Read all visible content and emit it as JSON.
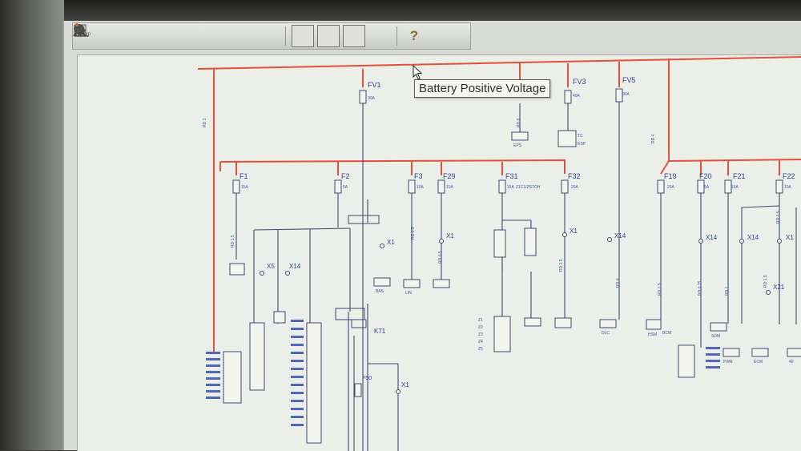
{
  "toolbar": {
    "buttons": [
      {
        "icon": "zoom-in-icon"
      },
      {
        "icon": "zoom-fit-icon"
      },
      {
        "icon": "zoom-out-icon"
      },
      {
        "icon": "magnifier-icon"
      },
      {
        "icon": "magnifier-alt-icon"
      },
      {
        "icon": "hand-pan-icon"
      },
      {
        "icon": "rotate-left-icon"
      },
      {
        "icon": "rotate-right-icon"
      },
      {
        "icon": "fit-page-icon"
      },
      {
        "icon": "fit-height-icon"
      },
      {
        "icon": "fit-width-icon"
      },
      {
        "icon": "ground-symbol-icon"
      },
      {
        "icon": "help-icon"
      }
    ]
  },
  "tooltip": {
    "text": "Battery Positive Voltage"
  },
  "schematic": {
    "fuses": {
      "FV1": {
        "label": "FV1",
        "rating": "30A"
      },
      "FV3": {
        "label": "FV3",
        "rating": "40A"
      },
      "FV5": {
        "label": "FV5",
        "rating": "30A"
      },
      "F1": {
        "label": "F1",
        "rating": "15A"
      },
      "F2": {
        "label": "F2",
        "rating": "5A"
      },
      "F3": {
        "label": "F3",
        "rating": "10A"
      },
      "F29": {
        "label": "F29",
        "rating": "10A"
      },
      "F31": {
        "label": "F31",
        "rating": "15A"
      },
      "F32": {
        "label": "F32",
        "rating": "20A"
      },
      "F19": {
        "label": "F19",
        "rating": "20A"
      },
      "F20": {
        "label": "F20",
        "rating": "5A"
      },
      "F21": {
        "label": "F21",
        "rating": "15A"
      },
      "F22": {
        "label": "F22",
        "rating": "10A"
      },
      "F50": {
        "label": "F50",
        "rating": ""
      }
    },
    "connectors": {
      "X1a": "X1",
      "X1b": "X1",
      "X1c": "X1",
      "X1d": "X1",
      "X1e": "X1",
      "X14a": "X14",
      "X14b": "X14",
      "X14c": "X14",
      "X14d": "X14",
      "X21": "X21",
      "K71": "K71",
      "X5": "X5"
    },
    "loads": {
      "EPS": "EPS",
      "TC": "TC",
      "ESP": "ESP",
      "BCM": "BCM",
      "HSM": "HSM",
      "SDM": "SDM",
      "PWR": "PWR",
      "DLC": "DLC",
      "ECM": "ECM",
      "BAS": "BAS",
      "LIN": "LIN"
    },
    "pins": {
      "Z1": "Z1",
      "Z2": "Z2",
      "Z3": "Z3",
      "Z4": "Z4",
      "Z5": "Z5",
      "n40": "40"
    },
    "notes": {
      "f31": "Z1C1/ZSTOH"
    },
    "colors": {
      "power_bus": "#e0533a",
      "wire": "#404a72",
      "text": "#2a3f8f"
    }
  }
}
